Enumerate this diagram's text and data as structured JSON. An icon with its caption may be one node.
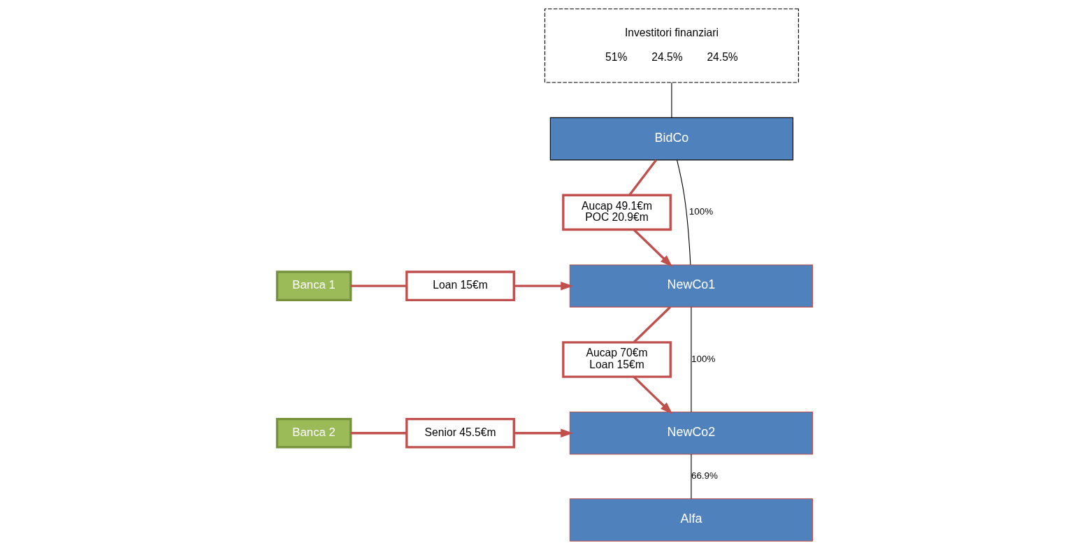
{
  "diagram": {
    "nodes": [
      {
        "text": [
          "Investitori finanziari",
          "51%",
          "24.5%",
          "24.5%"
        ]
      },
      {
        "text": [
          "BidCo"
        ]
      },
      {
        "text": [
          "Aucap 49.1€m POC 20.9€m"
        ]
      },
      {
        "text": [
          "NewCo1"
        ]
      },
      {
        "text": [
          "Banca 1"
        ]
      },
      {
        "text": [
          "Loan 15€m"
        ]
      },
      {
        "text": [
          "Aucap 70€m Loan 15€m"
        ]
      },
      {
        "text": [
          "NewCo2"
        ]
      },
      {
        "text": [
          "Senior 45.5€m"
        ]
      },
      {
        "text": [
          "Banca 2"
        ]
      },
      {
        "text": [
          "Alfa"
        ]
      }
    ],
    "edges": [
      {
        "from": 0,
        "to": 1,
        "arrow": "none",
        "color": "#000000"
      },
      {
        "from": 1,
        "to": 3,
        "arrow": "none",
        "label": "100%",
        "color": "#000000"
      },
      {
        "from": 3,
        "to": 7,
        "arrow": "none",
        "label": "100%",
        "color": "#000000"
      },
      {
        "from": 7,
        "to": 10,
        "arrow": "none",
        "label": "66.9%",
        "color": "#000000"
      },
      {
        "from": 1,
        "to": 2,
        "arrow": "none"
      },
      {
        "from": 2,
        "to": 3,
        "arrow": "to"
      },
      {
        "from": 4,
        "to": 5,
        "arrow": "none"
      },
      {
        "from": 5,
        "to": 3,
        "arrow": "to"
      },
      {
        "from": 3,
        "to": 6,
        "arrow": "none"
      },
      {
        "from": 6,
        "to": 7,
        "arrow": "to"
      },
      {
        "from": 9,
        "to": 8,
        "arrow": "none"
      },
      {
        "from": 8,
        "to": 7,
        "arrow": "to"
      }
    ]
  }
}
